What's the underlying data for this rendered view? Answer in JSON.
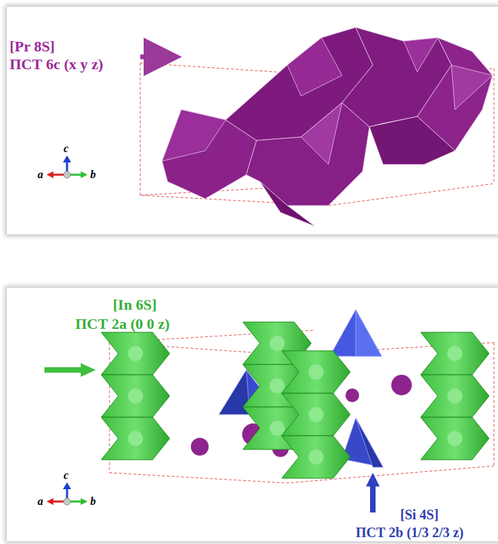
{
  "diagram": {
    "labels": [
      "[Pr 8S]",
      "ПСТ 6c (x y z)",
      "c",
      "a",
      "b",
      "[In 6S]",
      "ПСТ 2a (0 0 z)",
      "c",
      "a",
      "b",
      "[Si 4S]",
      "ПСТ 2b (1/3 2/3 z)"
    ]
  }
}
